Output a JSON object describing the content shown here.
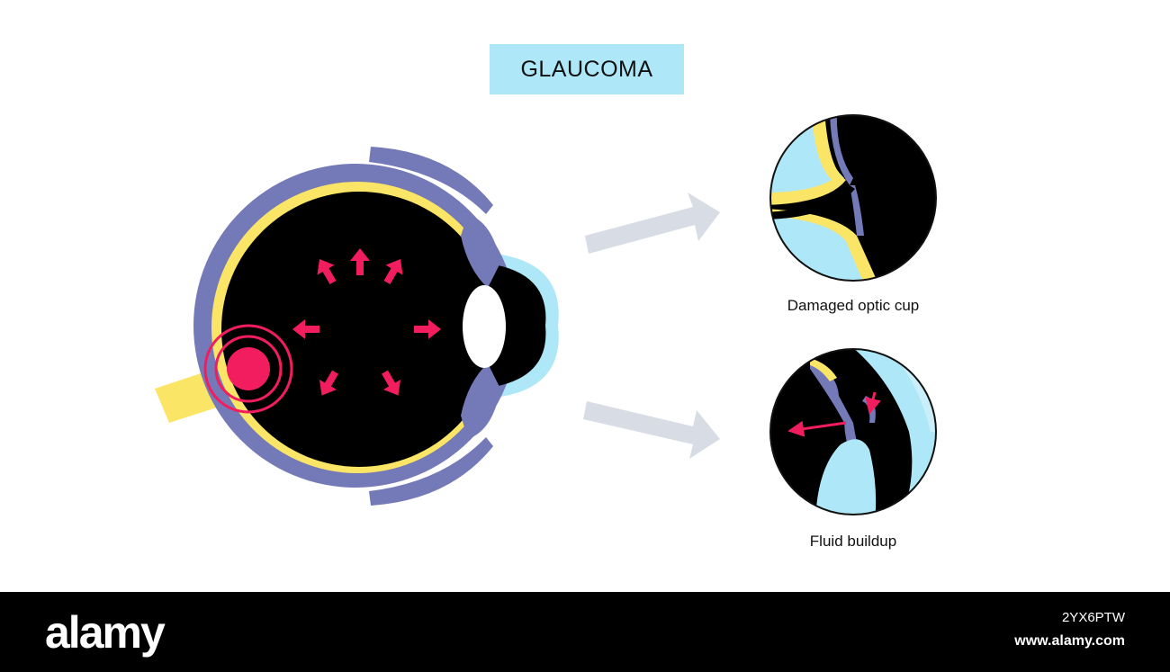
{
  "title": "GLAUCOMA",
  "labels": {
    "optic_cup": "Damaged optic cup",
    "fluid": "Fluid buildup"
  },
  "watermark": {
    "brand": "alamy",
    "image_id": "2YX6PTW",
    "url": "www.alamy.com"
  },
  "colors": {
    "sclera": "#7479b8",
    "retina": "#fbe566",
    "interior": "#000000",
    "cornea": "#aee7f7",
    "pressure": "#f21d5f",
    "pointer_arrow": "#d8dce4"
  },
  "icons": [
    "pressure-arrow-icon",
    "pointer-arrow-icon"
  ]
}
